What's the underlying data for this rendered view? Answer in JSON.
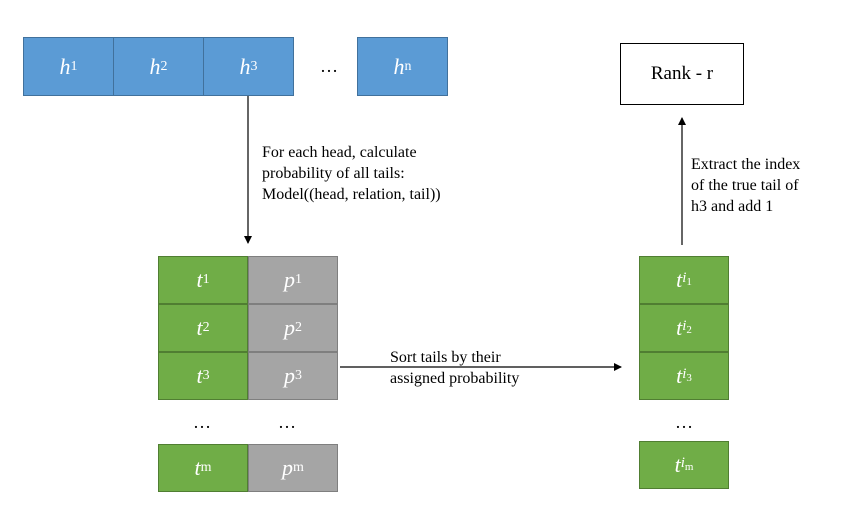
{
  "heads": {
    "cells": [
      {
        "base": "h",
        "sub": "1"
      },
      {
        "base": "h",
        "sub": "2"
      },
      {
        "base": "h",
        "sub": "3"
      },
      {
        "base": "h",
        "sub": "n"
      }
    ],
    "ellipsis": "…"
  },
  "rank_box": {
    "label": "Rank - r"
  },
  "head_to_tails_note": {
    "lines": [
      "For each head, calculate",
      "probability of all tails:",
      "Model((head, relation, tail))"
    ]
  },
  "extract_note": {
    "lines": [
      "Extract the index",
      "of the true tail of",
      "h3 and add 1"
    ]
  },
  "sort_note": {
    "lines": [
      "Sort tails by their",
      "assigned probability"
    ]
  },
  "tails_table": {
    "rows": [
      {
        "tail": {
          "base": "t",
          "sub": "1"
        },
        "prob": {
          "base": "p",
          "sub": "1"
        }
      },
      {
        "tail": {
          "base": "t",
          "sub": "2"
        },
        "prob": {
          "base": "p",
          "sub": "2"
        }
      },
      {
        "tail": {
          "base": "t",
          "sub": "3"
        },
        "prob": {
          "base": "p",
          "sub": "3"
        }
      }
    ],
    "ellipsis_tail": "…",
    "ellipsis_prob": "…",
    "last_row": {
      "tail": {
        "base": "t",
        "sub": "m"
      },
      "prob": {
        "base": "p",
        "sub": "m"
      }
    }
  },
  "sorted_tails": {
    "cells": [
      {
        "base": "t",
        "sub": "i",
        "subsub": "1"
      },
      {
        "base": "t",
        "sub": "i",
        "subsub": "2"
      },
      {
        "base": "t",
        "sub": "i",
        "subsub": "3"
      }
    ],
    "ellipsis": "…",
    "last_cell": {
      "base": "t",
      "sub": "i",
      "subsub": "m"
    }
  }
}
